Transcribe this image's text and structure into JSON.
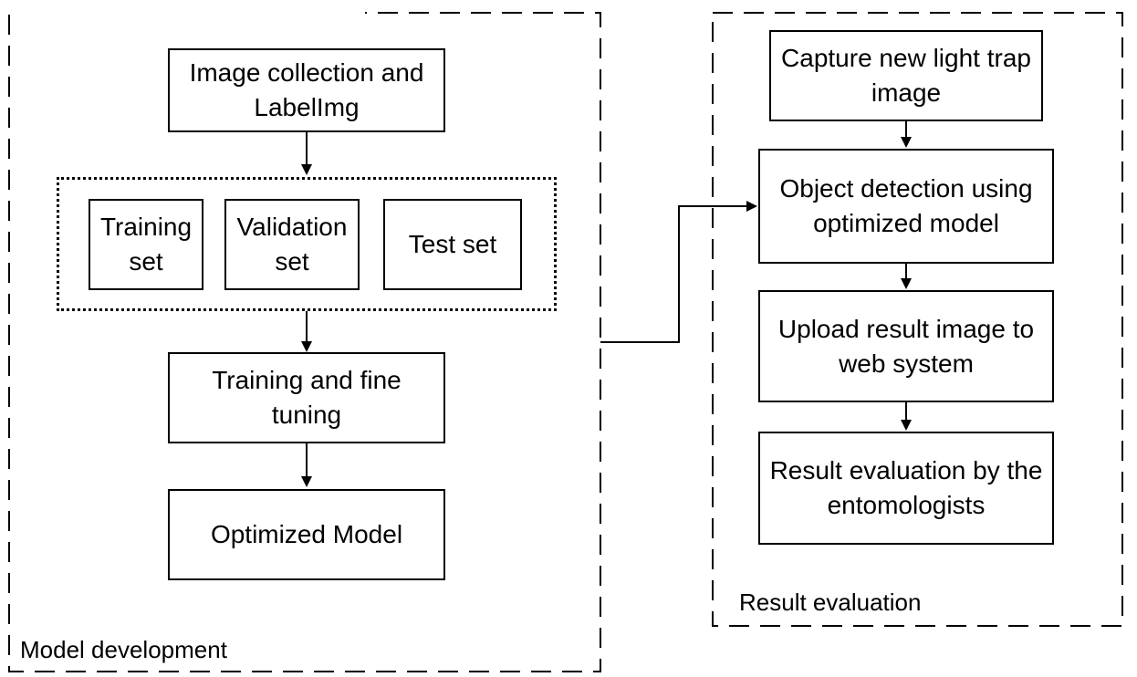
{
  "model_development": {
    "title": "Model development",
    "image_collection": "Image collection and LabelImg",
    "training_set": "Training set",
    "validation_set": "Validation set",
    "test_set": "Test set",
    "training_fine_tuning": "Training and fine tuning",
    "optimized_model": "Optimized Model"
  },
  "result_evaluation": {
    "title": "Result evaluation",
    "capture_image": "Capture new light trap image",
    "object_detection": "Object detection using optimized model",
    "upload_result": "Upload result image to web system",
    "evaluation_entomologists": "Result evaluation by the entomologists"
  }
}
